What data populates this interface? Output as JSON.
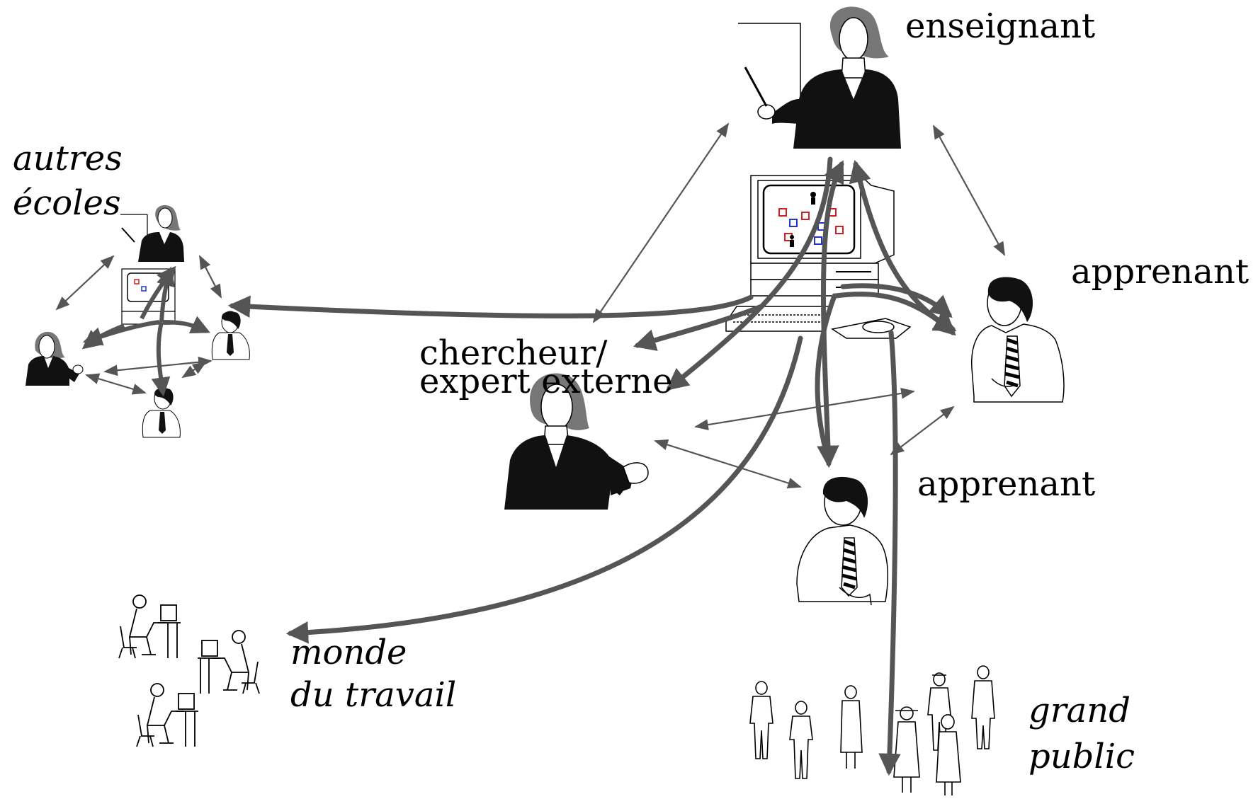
{
  "labels": {
    "enseignant": "enseignant",
    "apprenant_1": "apprenant",
    "apprenant_2": "apprenant",
    "autres_ecoles_line1": "autres",
    "autres_ecoles_line2": "écoles",
    "chercheur_line1": "chercheur/",
    "chercheur_line2": "expert externe",
    "monde_line1": "monde",
    "monde_line2": "du travail",
    "grand_public_line1": "grand",
    "grand_public_line2": "public"
  },
  "colors": {
    "arrow": "#555555",
    "figure_dark": "#111111",
    "hair": "#777777",
    "screen_icon_red": "#d42020",
    "screen_icon_blue": "#2233cc"
  },
  "icons": [
    "teacher-figure-icon",
    "computer-icon",
    "learner-figure-icon",
    "expert-figure-icon",
    "small-school-group-icon",
    "office-workers-icon",
    "crowd-icon"
  ]
}
